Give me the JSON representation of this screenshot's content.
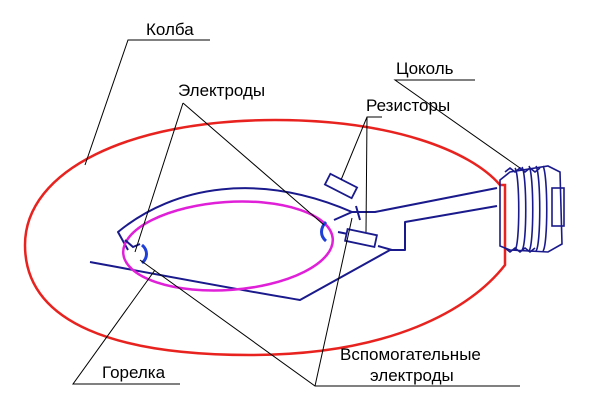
{
  "labels": {
    "bulb": "Колба",
    "base": "Цоколь",
    "electrodes": "Электроды",
    "resistors": "Резисторы",
    "burner": "Горелка",
    "aux_electrodes_line1": "Вспомогательные",
    "aux_electrodes_line2": "электроды"
  },
  "colors": {
    "bulb": "#e8231f",
    "burner": "#e020d8",
    "frame": "#1a1a8c",
    "electrode": "#1f3fd6",
    "leader": "#000000"
  }
}
